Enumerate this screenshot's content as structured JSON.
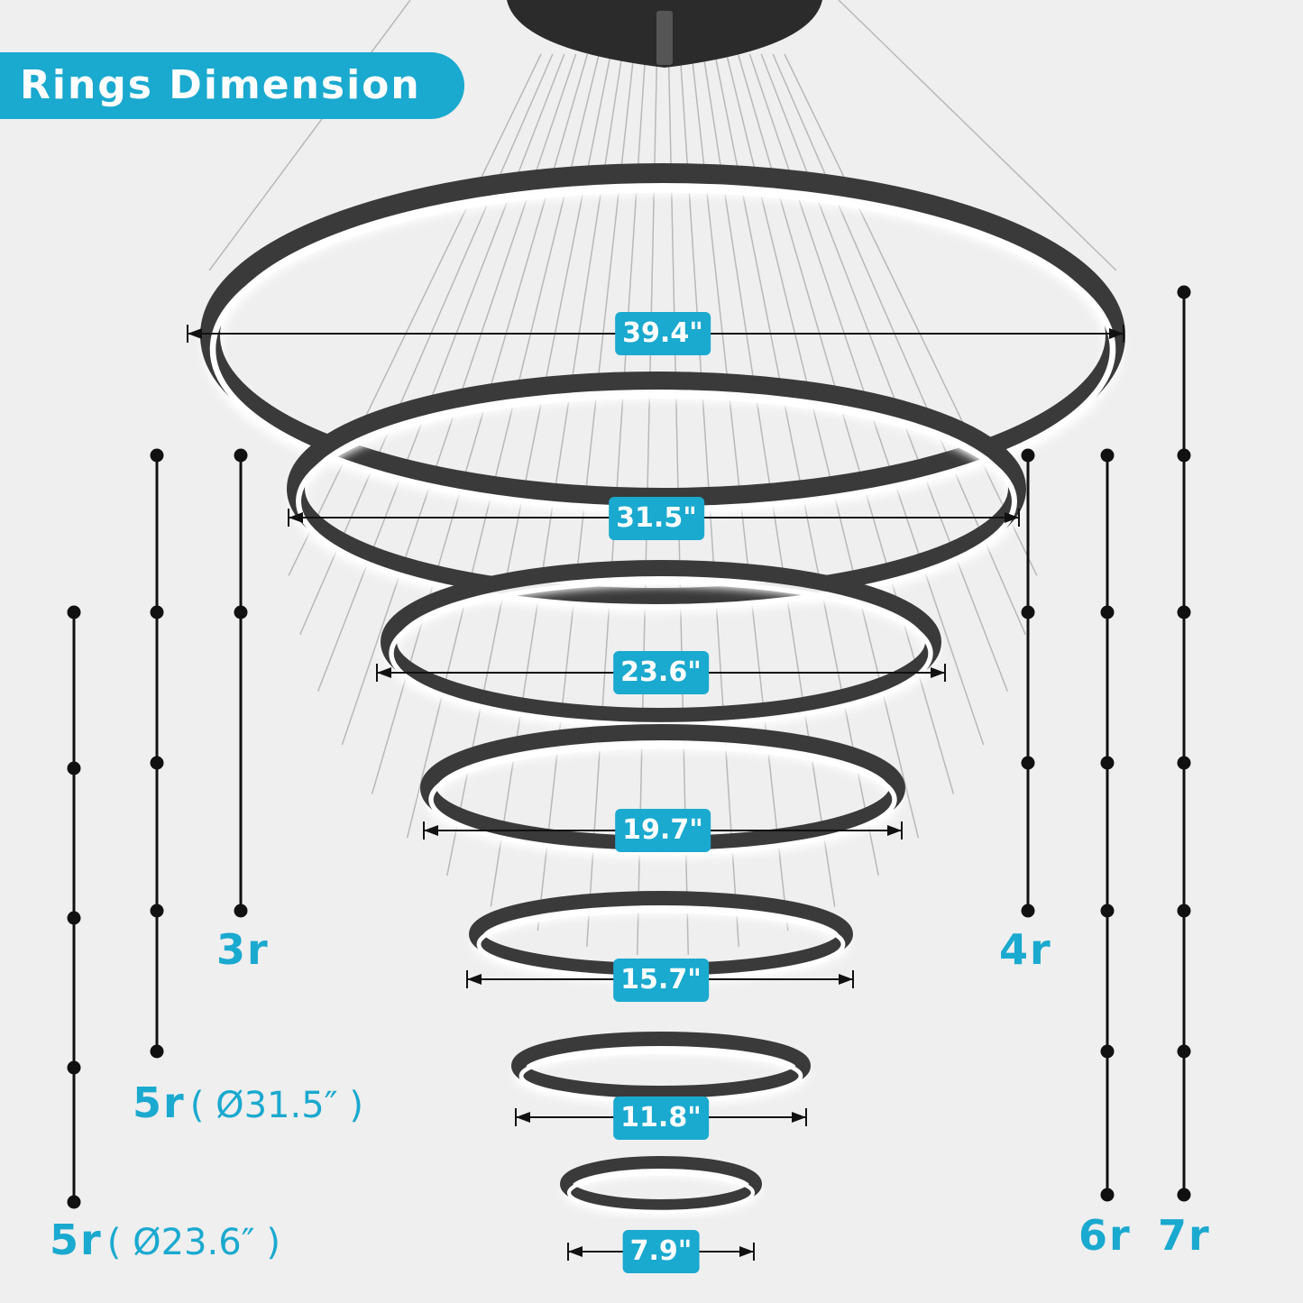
{
  "title": "Rings Dimension",
  "colors": {
    "accent": "#1aa9cf",
    "ring": "#3a3a3a",
    "glow": "#ffffff",
    "background": "#efefef",
    "wire": "#b8b8b8"
  },
  "rings": [
    {
      "diameter_label": "39.4\""
    },
    {
      "diameter_label": "31.5\""
    },
    {
      "diameter_label": "23.6\""
    },
    {
      "diameter_label": "19.7\""
    },
    {
      "diameter_label": "15.7\""
    },
    {
      "diameter_label": "11.8\""
    },
    {
      "diameter_label": "7.9\""
    }
  ],
  "configurations": [
    {
      "code": "3r",
      "note": "",
      "ring_count": 3
    },
    {
      "code": "4r",
      "note": "",
      "ring_count": 4
    },
    {
      "code": "5r",
      "note": "( Ø31.5″ )",
      "ring_count": 5
    },
    {
      "code": "5r",
      "note": "( Ø23.6″ )",
      "ring_count": 5
    },
    {
      "code": "6r",
      "note": "",
      "ring_count": 6
    },
    {
      "code": "7r",
      "note": "",
      "ring_count": 7
    }
  ]
}
